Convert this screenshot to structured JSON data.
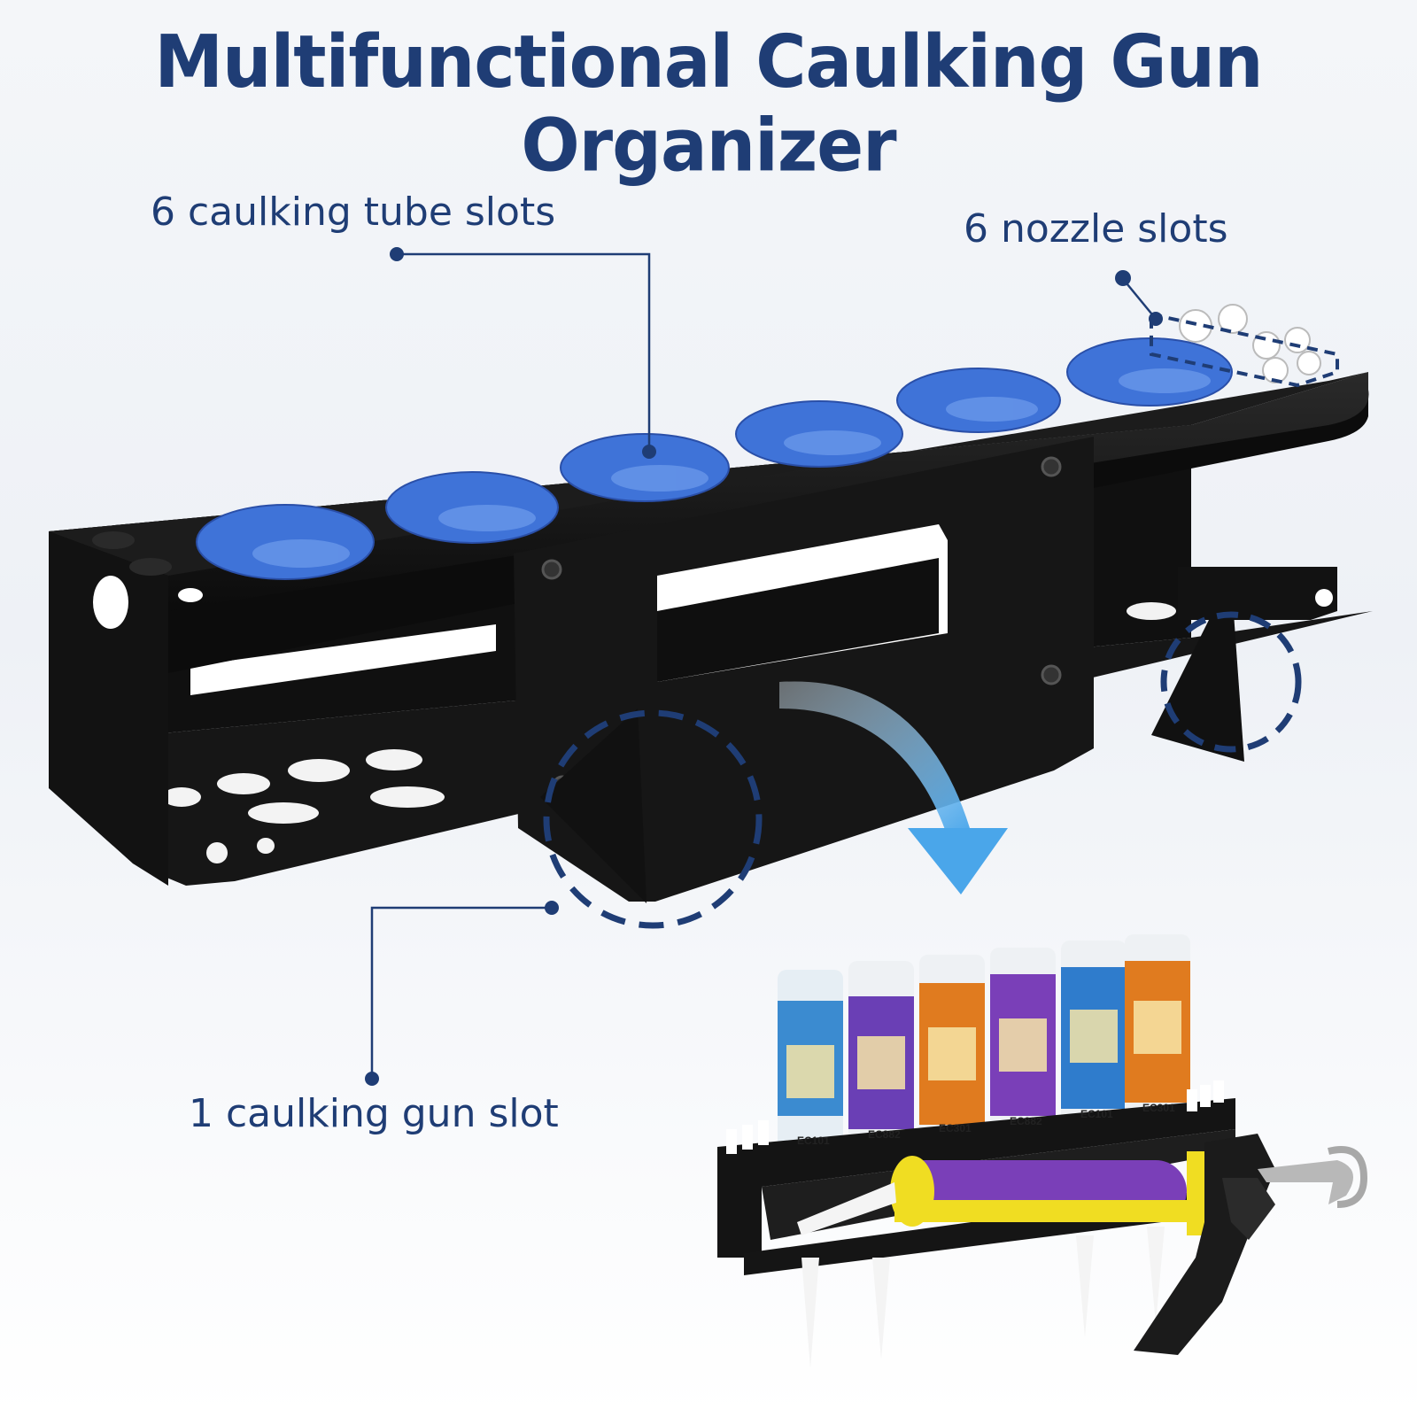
{
  "title": "Multifunctional Caulking Gun Organizer",
  "callouts": {
    "tube_slots": "6 caulking tube slots",
    "nozzle_slots": "6 nozzle slots",
    "gun_slot": "1 caulking gun slot"
  },
  "product_labels": [
    "EC101",
    "EC882",
    "EC301",
    "EC882",
    "EC101",
    "EC301"
  ],
  "colors": {
    "title": "#1f3d75",
    "accent_blue": "#3f73d8",
    "rack": "#141414",
    "arrow": "#5fb8f0"
  },
  "icons": [
    "rack-image",
    "curved-arrow-icon",
    "caulking-gun-image"
  ]
}
